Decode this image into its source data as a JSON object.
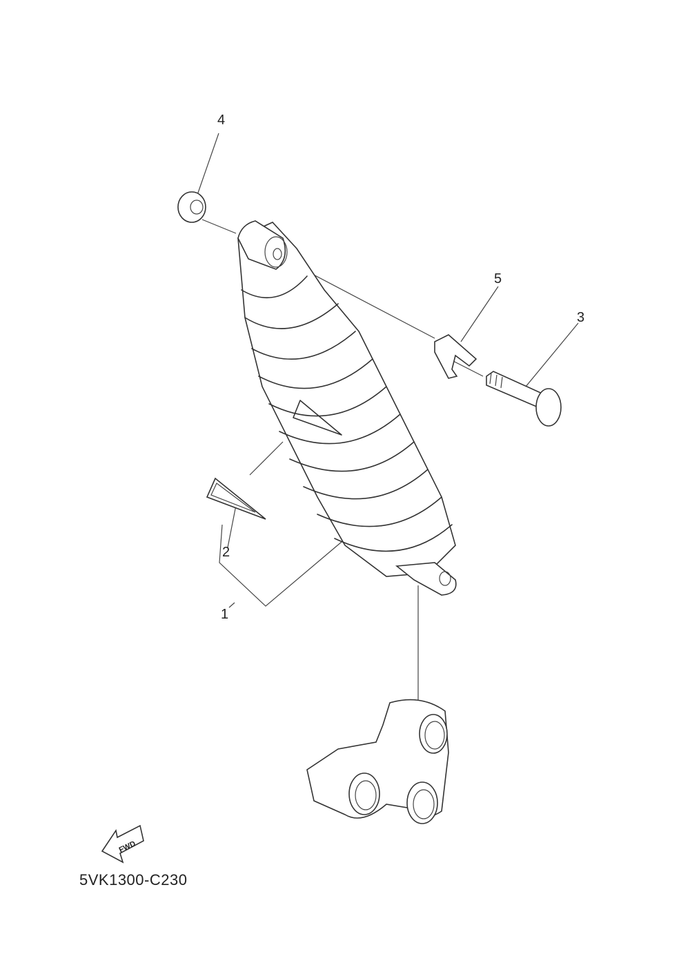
{
  "diagram": {
    "type": "exploded-parts-view",
    "subject": "rear shock absorber assembly",
    "drawing_code": "5VK1300-C230",
    "direction_marker": "FWD",
    "callouts": [
      {
        "number": "1",
        "part": "rear shock absorber assembly"
      },
      {
        "number": "2",
        "part": "warning label"
      },
      {
        "number": "3",
        "part": "bolt"
      },
      {
        "number": "4",
        "part": "nut"
      },
      {
        "number": "5",
        "part": "clip"
      }
    ],
    "extra_part": "relay arm"
  }
}
